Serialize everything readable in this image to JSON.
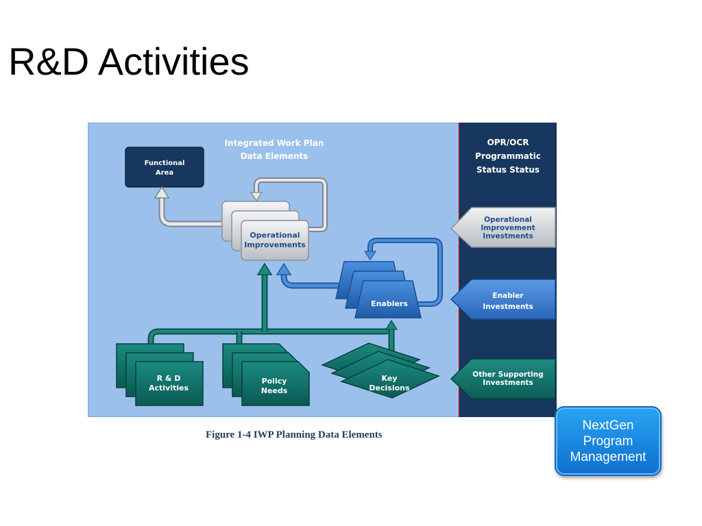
{
  "slide": {
    "title": "R&D Activities"
  },
  "figure": {
    "header": [
      "Integrated Work Plan",
      "Data Elements"
    ],
    "functional_area": [
      "Functional",
      "Area"
    ],
    "operational_improvements": [
      "Operational",
      "Improvements"
    ],
    "enablers": "Enablers",
    "rd_activities": [
      "R & D",
      "Activities"
    ],
    "policy_needs": [
      "Policy",
      "Needs"
    ],
    "key_decisions": [
      "Key",
      "Decisions"
    ],
    "side_panel": {
      "header": [
        "OPR/OCR",
        "Programmatic",
        "Status Status"
      ],
      "operational_investments": [
        "Operational",
        "Improvement",
        "Investments"
      ],
      "enabler_investments": [
        "Enabler",
        "Investments"
      ],
      "other_investments": [
        "Other Supporting",
        "Investments"
      ]
    },
    "caption": "Figure 1-4 IWP Planning Data Elements"
  },
  "nextgen_button": {
    "lines": [
      "NextGen",
      "Program",
      "Management"
    ]
  },
  "colors": {
    "panel_bg": "#9dc0ec",
    "side_panel": "#17375e",
    "teal": "#0f6e66",
    "blue": "#2e74c8",
    "grey": "#cfd3d8"
  }
}
